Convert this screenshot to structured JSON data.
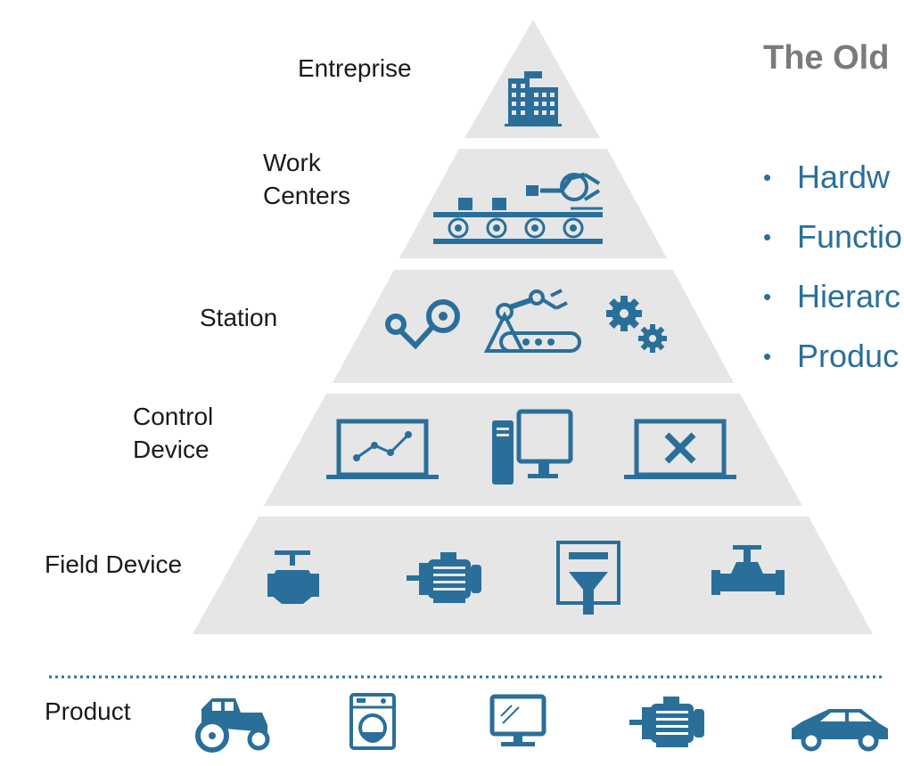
{
  "levels": [
    {
      "label": "Entreprise",
      "icons": [
        "office-building-icon"
      ]
    },
    {
      "label": "Work\nCenters",
      "icons": [
        "conveyor-robot-arm-icon"
      ]
    },
    {
      "label": "Station",
      "icons": [
        "robot-arm-link-icon",
        "robot-arm-conveyor-icon",
        "gears-icon"
      ]
    },
    {
      "label": "Control\nDevice",
      "icons": [
        "laptop-chart-icon",
        "desktop-computer-icon",
        "laptop-tools-icon"
      ]
    },
    {
      "label": "Field Device",
      "icons": [
        "valve-icon",
        "electric-motor-icon",
        "filter-panel-icon",
        "pipe-valve-icon"
      ]
    }
  ],
  "product": {
    "label": "Product",
    "icons": [
      "tractor-icon",
      "washing-machine-icon",
      "monitor-icon",
      "electric-motor-icon",
      "car-icon"
    ]
  },
  "title": "The Old",
  "bullets": [
    "Hardw",
    "Functio",
    "Hierarc",
    "Produc"
  ],
  "colors": {
    "icon": "#2a6f9a",
    "band": "#e6e6e6",
    "dotted_line": "#2a6f9a",
    "title": "#7b7b7b"
  }
}
